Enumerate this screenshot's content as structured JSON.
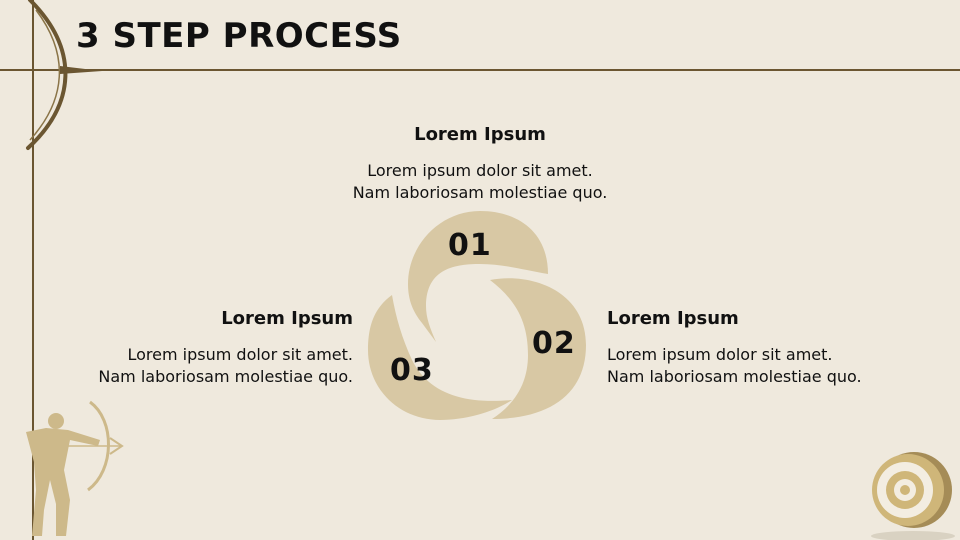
{
  "title": "3 STEP PROCESS",
  "steps": [
    {
      "number": "01",
      "heading": "Lorem Ipsum",
      "line1": "Lorem ipsum dolor sit amet.",
      "line2": "Nam laboriosam molestiae quo."
    },
    {
      "number": "02",
      "heading": "Lorem Ipsum",
      "line1": "Lorem ipsum dolor sit amet.",
      "line2": "Nam laboriosam molestiae quo."
    },
    {
      "number": "03",
      "heading": "Lorem Ipsum",
      "line1": "Lorem ipsum dolor sit amet.",
      "line2": "Nam laboriosam molestiae quo."
    }
  ],
  "colors": {
    "background": "#efe9dd",
    "accent": "#d8c8a4",
    "line": "#6b5631",
    "text": "#111111"
  },
  "icons": [
    "bow-icon",
    "archer-icon",
    "target-icon"
  ]
}
